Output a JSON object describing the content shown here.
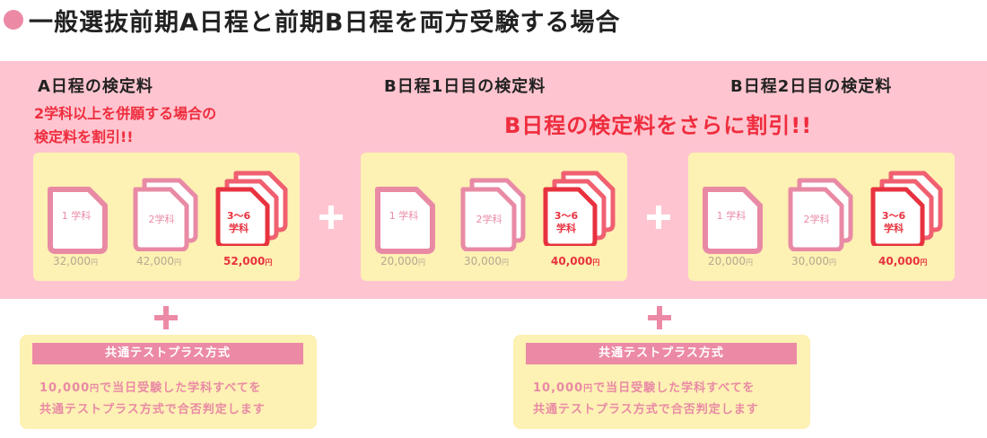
{
  "title": "一般選抜前期A日程と前期B日程を両方受験する場合",
  "columns": [
    {
      "label": "A日程の検定料",
      "note_lines": [
        "2学科以上を併願する場合の",
        "検定料を割引!!"
      ],
      "docs": [
        {
          "label": "1 学科",
          "price": "32,000",
          "unit": "円"
        },
        {
          "label": "2学科",
          "price": "42,000",
          "unit": "円"
        },
        {
          "label_line1": "3〜6",
          "label_line2": "学科",
          "price": "52,000",
          "unit": "円"
        }
      ]
    },
    {
      "label": "B日程1日目の検定料",
      "docs": [
        {
          "label": "1 学科",
          "price": "20,000",
          "unit": "円"
        },
        {
          "label": "2学科",
          "price": "30,000",
          "unit": "円"
        },
        {
          "label_line1": "3〜6",
          "label_line2": "学科",
          "price": "40,000",
          "unit": "円"
        }
      ]
    },
    {
      "label": "B日程2日目の検定料",
      "docs": [
        {
          "label": "1 学科",
          "price": "20,000",
          "unit": "円"
        },
        {
          "label": "2学科",
          "price": "30,000",
          "unit": "円"
        },
        {
          "label_line1": "3〜6",
          "label_line2": "学科",
          "price": "40,000",
          "unit": "円"
        }
      ]
    }
  ],
  "b_discount_note": "B日程の検定料をさらに割引!!",
  "boxes": [
    {
      "header": "共通テストプラス方式",
      "line1_amount": "10,000",
      "line1_unit": "円",
      "line1_rest": "で当日受験した学科すべてを",
      "line2": "共通テストプラス方式で合否判定します"
    },
    {
      "header": "共通テストプラス方式",
      "line1_amount": "10,000",
      "line1_unit": "円",
      "line1_rest": "で当日受験した学科すべてを",
      "line2": "共通テストプラス方式で合否判定します"
    }
  ],
  "colors": {
    "pink": "#ec8aa6",
    "band": "#fec5d0",
    "panel": "#fdf1b3",
    "red": "#ef2d3e"
  }
}
